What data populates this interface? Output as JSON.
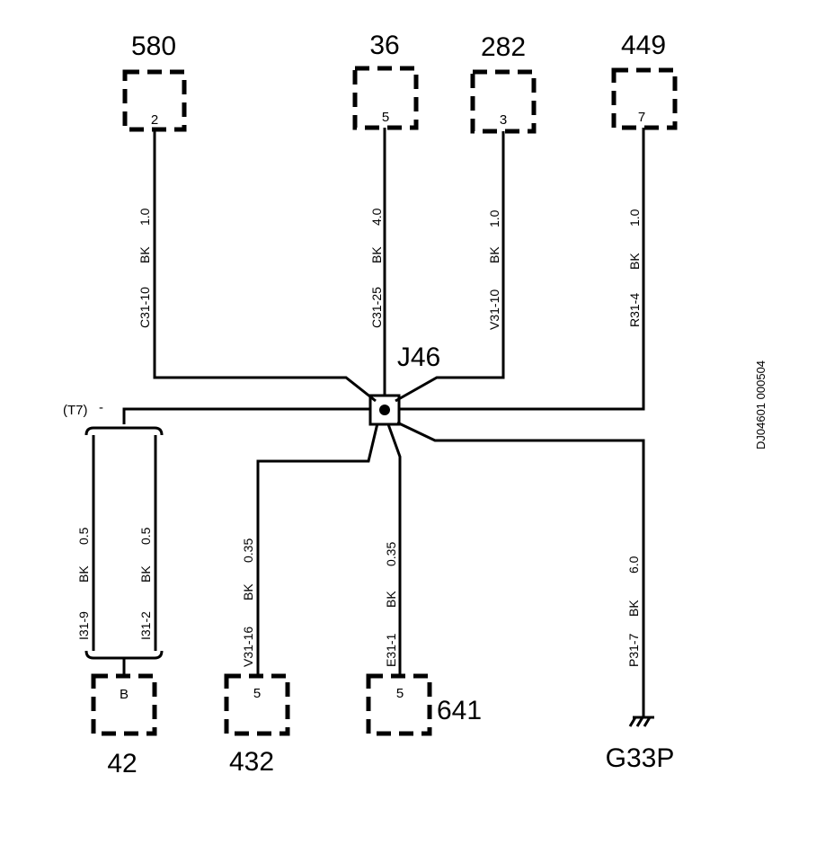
{
  "junction": {
    "label": "J46"
  },
  "components": [
    {
      "id": "580",
      "pin": "2"
    },
    {
      "id": "36",
      "pin": "5"
    },
    {
      "id": "282",
      "pin": "3"
    },
    {
      "id": "449",
      "pin": "7"
    },
    {
      "id": "42",
      "pin": "B"
    },
    {
      "id": "432",
      "pin": "5"
    },
    {
      "id": "641",
      "pin": "5"
    }
  ],
  "ground": {
    "label": "G33P"
  },
  "wires": [
    {
      "circuit": "C31-10",
      "color": "BK",
      "size": "1.0"
    },
    {
      "circuit": "C31-25",
      "color": "BK",
      "size": "4.0"
    },
    {
      "circuit": "V31-10",
      "color": "BK",
      "size": "1.0"
    },
    {
      "circuit": "R31-4",
      "color": "BK",
      "size": "1.0"
    },
    {
      "circuit": "I31-9",
      "color": "BK",
      "size": "0.5"
    },
    {
      "circuit": "I31-2",
      "color": "BK",
      "size": "0.5"
    },
    {
      "circuit": "V31-16",
      "color": "BK",
      "size": "0.35"
    },
    {
      "circuit": "E31-1",
      "color": "BK",
      "size": "0.35"
    },
    {
      "circuit": "P31-7",
      "color": "BK",
      "size": "6.0"
    }
  ],
  "twisted_pair": {
    "label": "(T7)"
  },
  "diagram_id": "DJ04601 000504"
}
